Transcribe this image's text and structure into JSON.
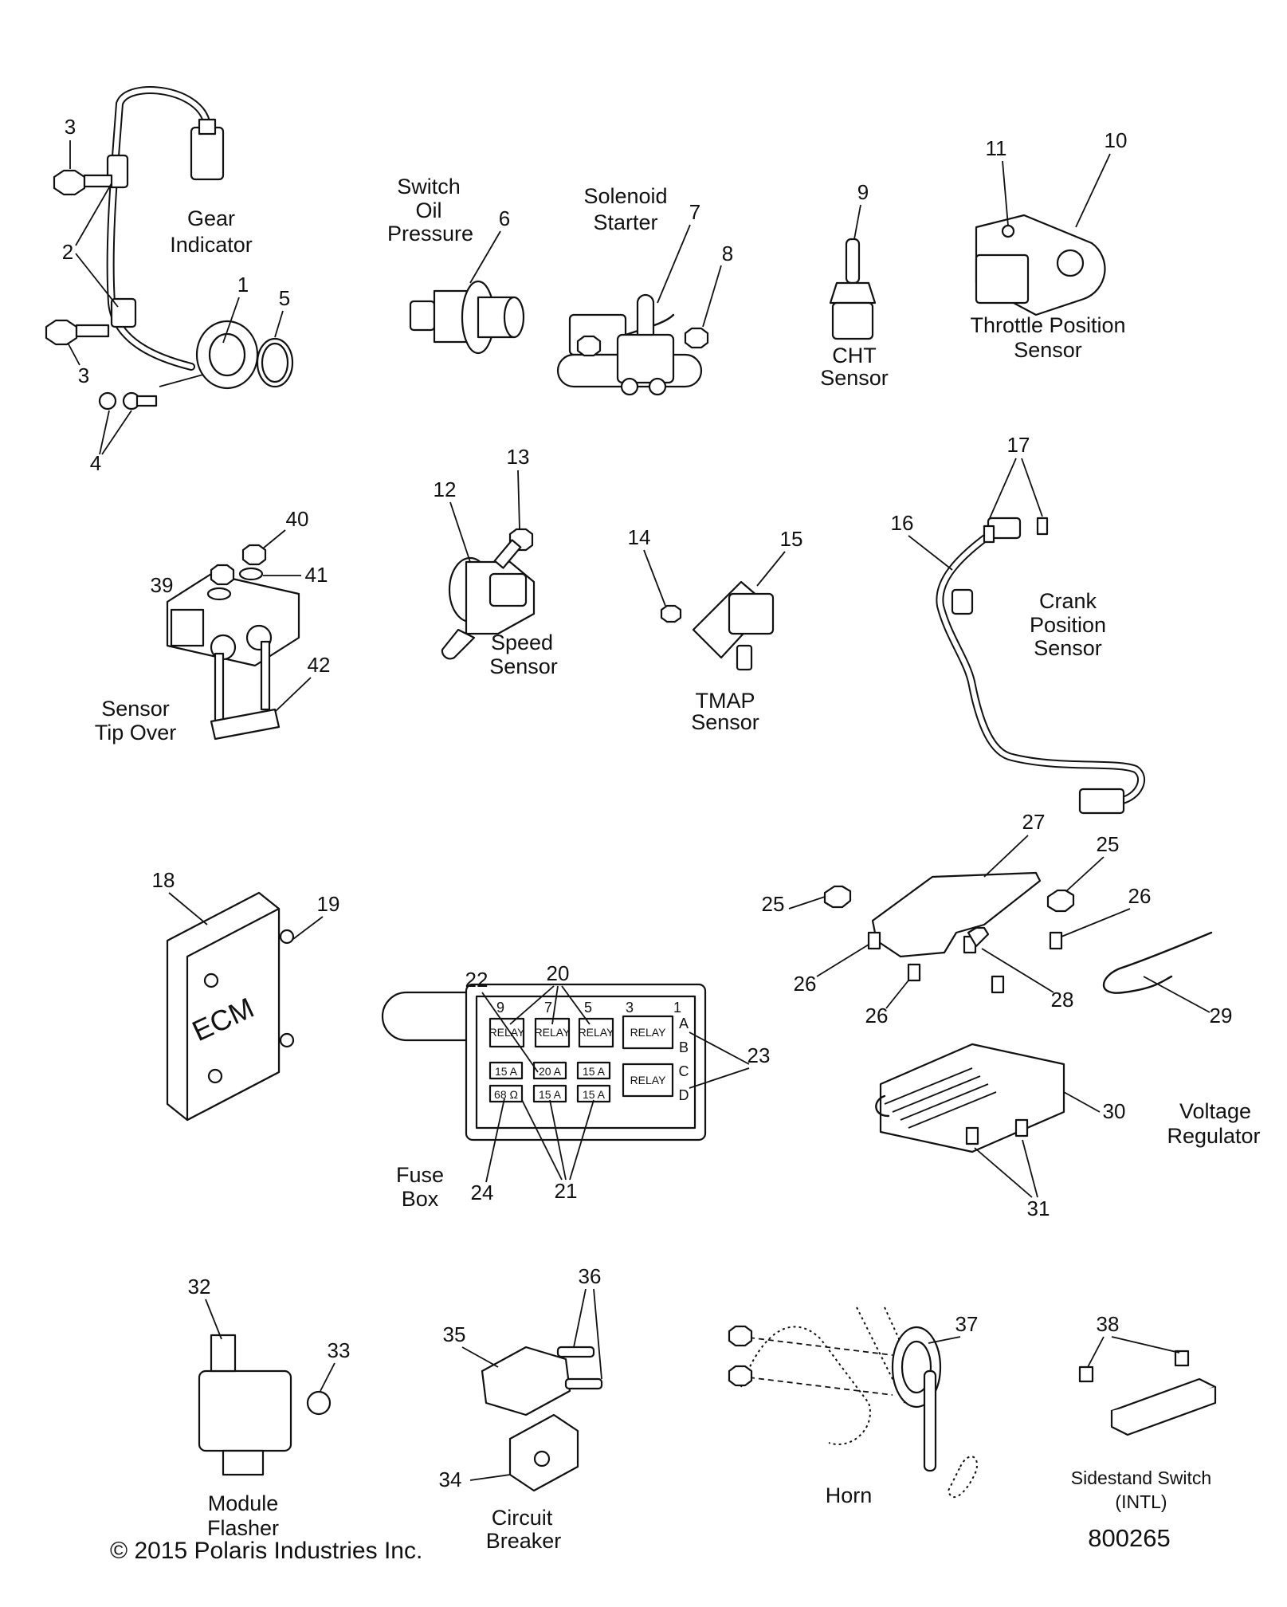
{
  "labels": {
    "gear_indicator": [
      "Gear",
      "Indicator"
    ],
    "switch_oil_pressure": [
      "Switch",
      "Oil",
      "Pressure"
    ],
    "solenoid_starter": [
      "Solenoid",
      "Starter"
    ],
    "cht_sensor": [
      "CHT",
      "Sensor"
    ],
    "throttle_position_sensor": [
      "Throttle Position",
      "Sensor"
    ],
    "speed_sensor": [
      "Speed",
      "Sensor"
    ],
    "tmap_sensor": [
      "TMAP",
      "Sensor"
    ],
    "crank_position_sensor": [
      "Crank",
      "Position",
      "Sensor"
    ],
    "sensor_tip_over": [
      "Sensor",
      "Tip Over"
    ],
    "ecm": "ECM",
    "fuse_box": [
      "Fuse",
      "Box"
    ],
    "voltage_regulator": [
      "Voltage",
      "Regulator"
    ],
    "module_flasher": [
      "Module",
      "Flasher"
    ],
    "circuit_breaker": [
      "Circuit",
      "Breaker"
    ],
    "horn": "Horn",
    "sidestand_switch": [
      "Sidestand Switch",
      "(INTL)"
    ]
  },
  "fuse_box": {
    "positions": [
      "9",
      "7",
      "5",
      "3",
      "1"
    ],
    "rows": [
      "A",
      "B",
      "C",
      "D"
    ],
    "relay": "RELAY",
    "fuses": [
      "15 A",
      "20 A",
      "15 A",
      "68 Ω",
      "15 A",
      "15 A"
    ]
  },
  "callouts": [
    "1",
    "2",
    "3",
    "3",
    "4",
    "5",
    "6",
    "7",
    "8",
    "9",
    "10",
    "11",
    "12",
    "13",
    "14",
    "15",
    "16",
    "17",
    "18",
    "19",
    "20",
    "21",
    "22",
    "23",
    "24",
    "25",
    "25",
    "26",
    "26",
    "26",
    "27",
    "28",
    "29",
    "30",
    "31",
    "32",
    "33",
    "34",
    "35",
    "36",
    "37",
    "38",
    "39",
    "40",
    "41",
    "42"
  ],
  "footer": {
    "copyright": "© 2015 Polaris Industries Inc.",
    "diagram_number": "800265"
  }
}
